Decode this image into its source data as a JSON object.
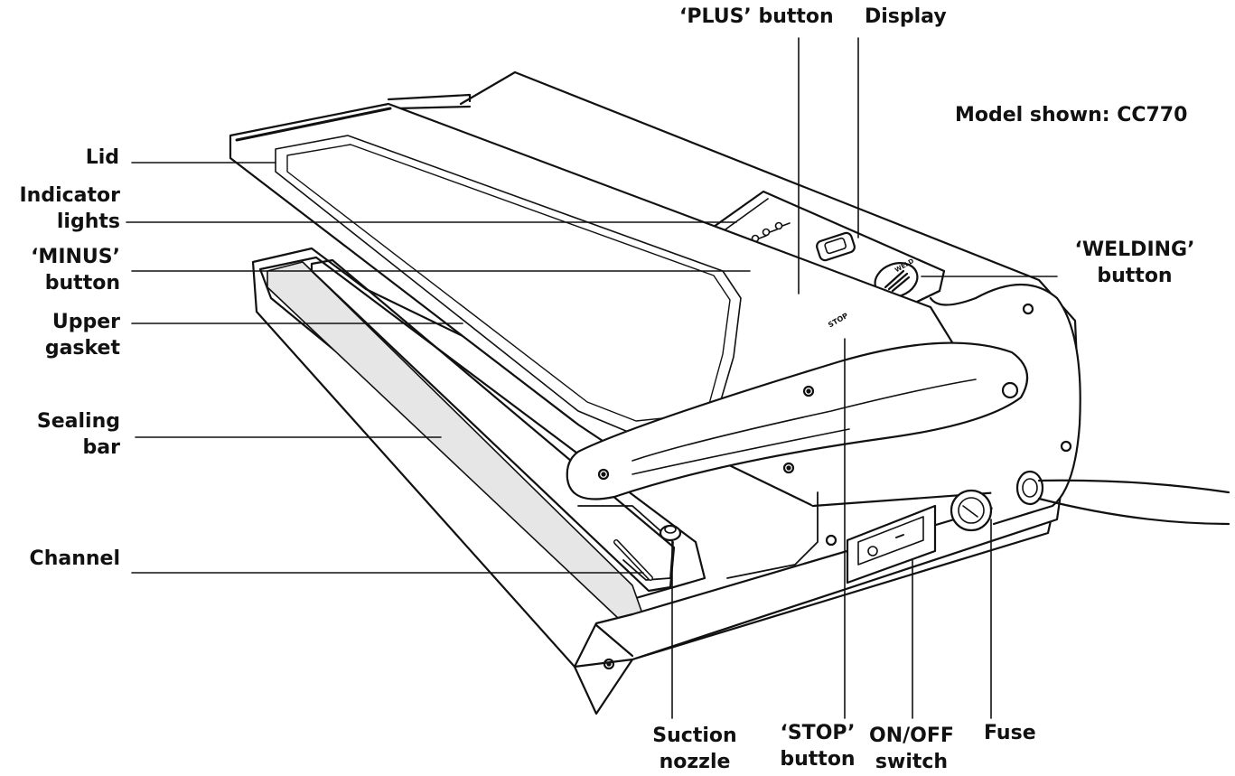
{
  "model_note": "Model shown: CC770",
  "labels": {
    "lid": [
      "Lid"
    ],
    "indicator_lights": [
      "Indicator",
      "lights"
    ],
    "minus_button": [
      "‘MINUS’",
      "button"
    ],
    "upper_gasket": [
      "Upper",
      "gasket"
    ],
    "sealing_bar": [
      "Sealing",
      "bar"
    ],
    "channel": [
      "Channel"
    ],
    "plus_button": [
      "‘PLUS’ button"
    ],
    "display": [
      "Display"
    ],
    "welding_button": [
      "‘WELDING’",
      "button"
    ],
    "suction_nozzle": [
      "Suction",
      "nozzle"
    ],
    "stop_button": [
      "‘STOP’",
      "button"
    ],
    "on_off_switch": [
      "ON/OFF",
      "switch"
    ],
    "fuse": [
      "Fuse"
    ]
  },
  "panel_marks": {
    "stop_text": "STOP",
    "weld_text": "WELD"
  }
}
